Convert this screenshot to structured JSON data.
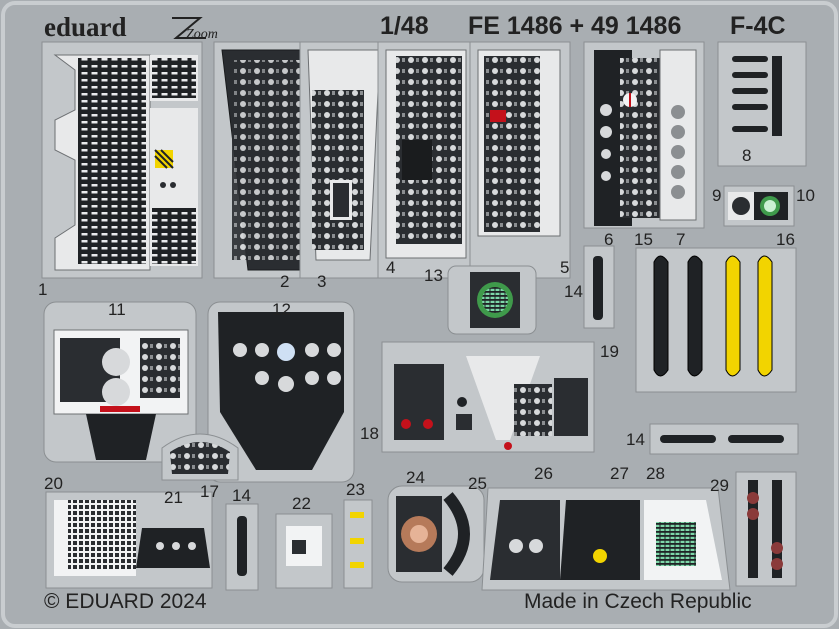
{
  "brand": {
    "name": "eduard",
    "sub_logo": "Zoom"
  },
  "header": {
    "scale": "1/48",
    "code": "FE 1486 + 49 1486",
    "model": "F-4C"
  },
  "parts": [
    "1",
    "2",
    "3",
    "4",
    "5",
    "6",
    "7",
    "8",
    "9",
    "10",
    "11",
    "12",
    "13",
    "14",
    "15",
    "16",
    "17",
    "18",
    "19",
    "14",
    "20",
    "21",
    "14",
    "22",
    "23",
    "24",
    "25",
    "26",
    "27",
    "28",
    "29"
  ],
  "footer": {
    "copyright": "© EDUARD 2024",
    "origin": "Made in Czech Republic"
  },
  "colors": {
    "fret": "#a9aeb2",
    "panel_dark": "#2a2d31",
    "panel_light": "#d9dcdf",
    "accent_yellow": "#f2d400",
    "accent_red": "#c4111b",
    "accent_green": "#3f9a4b"
  }
}
